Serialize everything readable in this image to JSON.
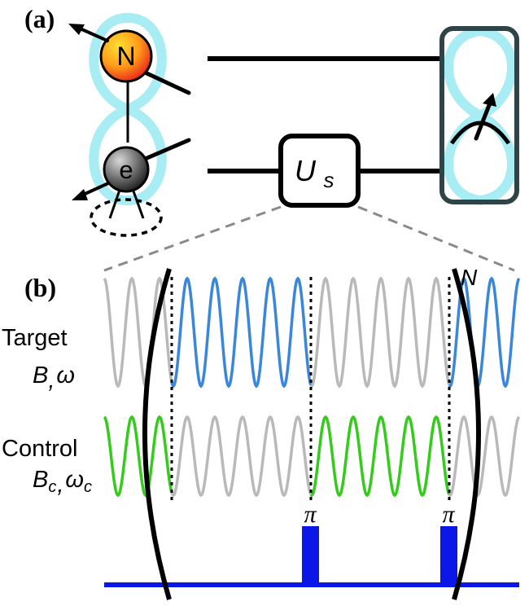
{
  "panel_a": {
    "label": "(a)",
    "nucleus_label": "N",
    "electron_label": "e",
    "gate_label": "U",
    "gate_subscript": "s"
  },
  "panel_b": {
    "label": "(b)",
    "repeat_label": "N",
    "target": {
      "title": "Target",
      "params_main": "B",
      "params_sep": ",",
      "params_freq": "ω"
    },
    "control": {
      "title": "Control",
      "B": "B",
      "B_sub": "c",
      "sep": ",",
      "omega": "ω",
      "omega_sub": "c"
    },
    "pulse_label_1": "π",
    "pulse_label_2": "π"
  },
  "colors": {
    "halo": "#a8ecf4",
    "wire": "#000000",
    "target_active": "#3a87d9",
    "control_active": "#33cc1a",
    "inactive": "#b9b9b9",
    "pulse": "#0a17e6",
    "dashed": "#8a8a8a"
  }
}
